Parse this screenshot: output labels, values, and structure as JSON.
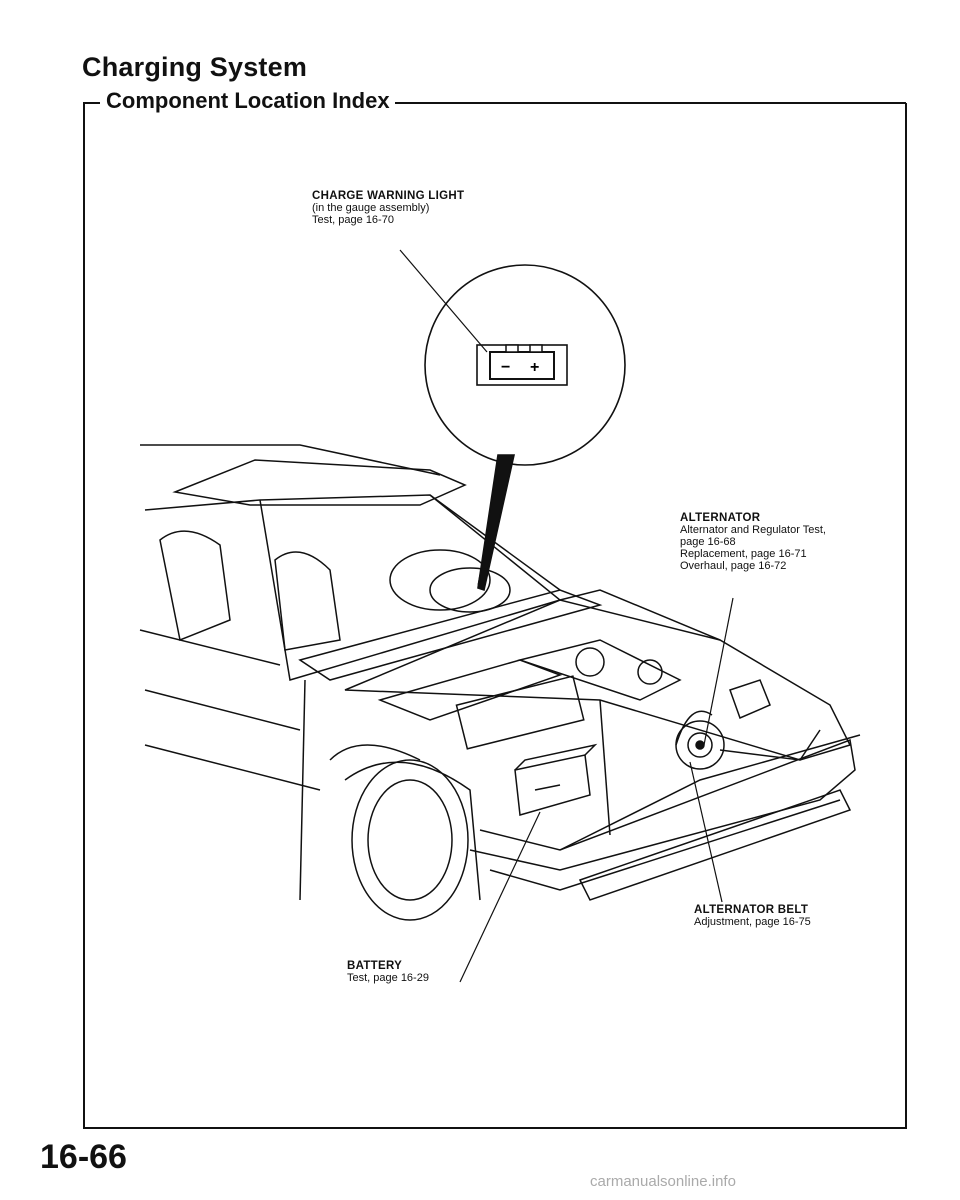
{
  "header": {
    "title": "Charging System",
    "subtitle": "Component Location Index"
  },
  "callouts": {
    "warning_light": {
      "name": "CHARGE WARNING LIGHT",
      "lines": [
        "(in the gauge assembly)",
        "Test, page 16-70"
      ]
    },
    "alternator": {
      "name": "ALTERNATOR",
      "lines": [
        "Alternator and Regulator Test,",
        "page 16-68",
        "Replacement, page 16-71",
        "Overhaul, page 16-72"
      ]
    },
    "alternator_belt": {
      "name": "ALTERNATOR BELT",
      "lines": [
        "Adjustment, page 16-75"
      ]
    },
    "battery": {
      "name": "BATTERY",
      "lines": [
        "Test, page 16-29"
      ]
    }
  },
  "battery_symbol": {
    "minus": "−",
    "plus": "+"
  },
  "footer": {
    "page_number": "16-66",
    "watermark": "carmanualsonline.info"
  }
}
